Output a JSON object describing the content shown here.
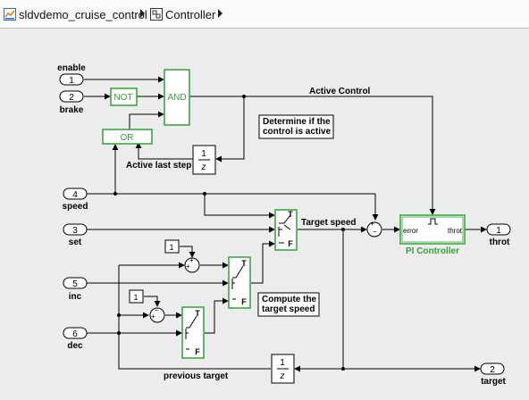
{
  "breadcrumb": {
    "model": "sldvdemo_cruise_control",
    "subsystem": "Controller"
  },
  "inports": {
    "enable": {
      "num": "1",
      "name": "enable"
    },
    "brake": {
      "num": "2",
      "name": "brake"
    },
    "speed": {
      "num": "4",
      "name": "speed"
    },
    "set": {
      "num": "3",
      "name": "set"
    },
    "inc": {
      "num": "5",
      "name": "inc"
    },
    "dec": {
      "num": "6",
      "name": "dec"
    }
  },
  "outports": {
    "throt": {
      "num": "1",
      "name": "throt"
    },
    "target": {
      "num": "2",
      "name": "target"
    }
  },
  "blocks": {
    "not": "NOT",
    "and": "AND",
    "or": "OR",
    "delay_num": "1",
    "delay_den": "z",
    "const": "1",
    "switch_t": "T",
    "switch_f": "F",
    "pi_error": "error",
    "pi_throt": "throt",
    "pi_name": "PI Controller"
  },
  "signals": {
    "active_control": "Active Control",
    "active_last_step": "Active last step",
    "target_speed": "Target speed",
    "previous_target": "previous target"
  },
  "annotations": {
    "determine_line1": "Determine if the",
    "determine_line2": "control is active",
    "compute_line1": "Compute the",
    "compute_line2": "target speed"
  },
  "colors": {
    "block_green": "#2fa336",
    "canvas": "#ececec"
  }
}
